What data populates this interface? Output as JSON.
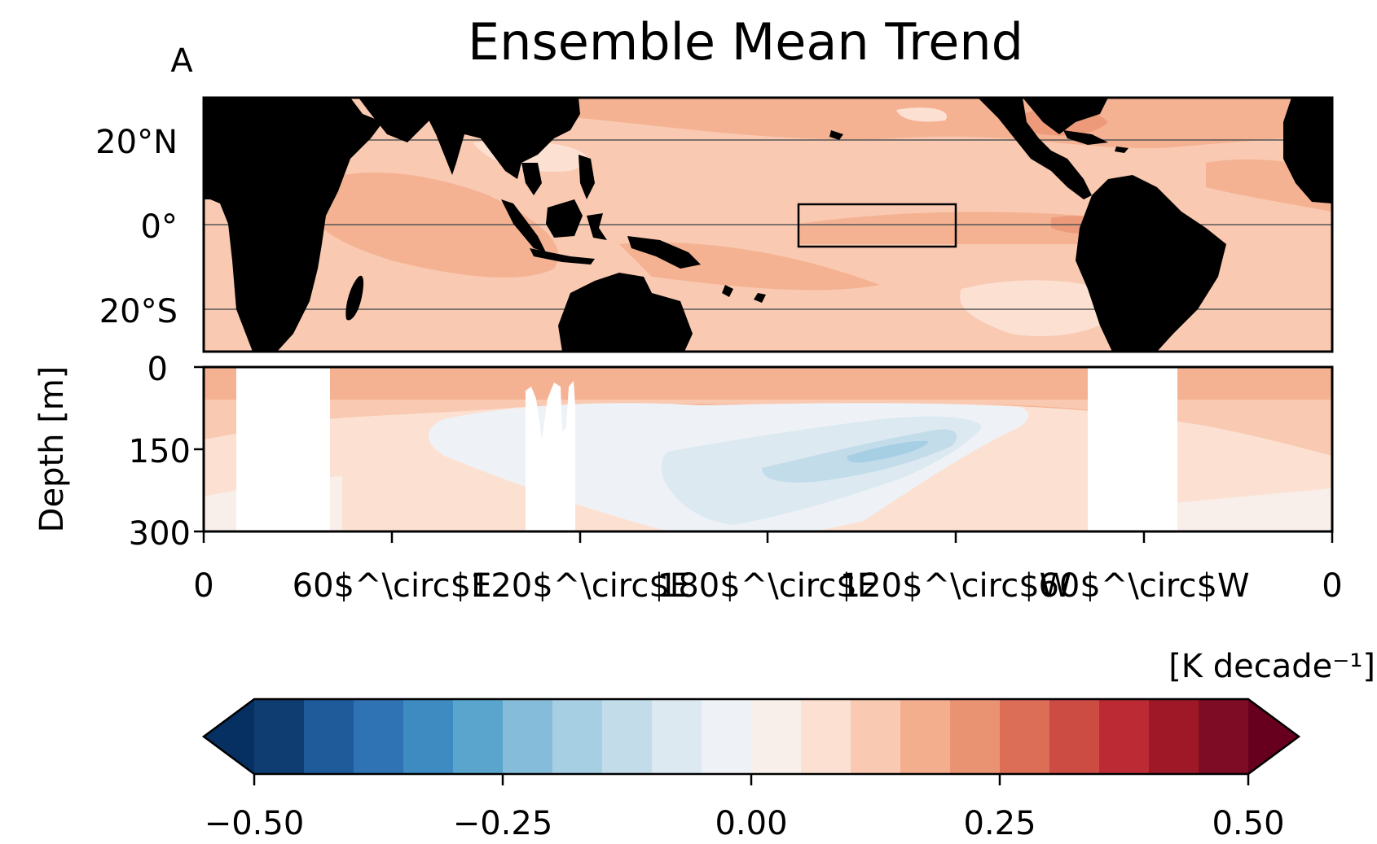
{
  "chart_data": {
    "type": "heatmap",
    "title": "Ensemble Mean Trend",
    "panel_label": "A",
    "map": {
      "xlim": [
        0,
        360
      ],
      "ylim": [
        -30,
        30
      ],
      "yticks": [
        {
          "value": 20,
          "label": "20°N"
        },
        {
          "value": 0,
          "label": "0°"
        },
        {
          "value": -20,
          "label": "20°S"
        }
      ],
      "gridlines_lat": [
        20,
        0,
        -20
      ],
      "highlight_box": {
        "lon": [
          190,
          240
        ],
        "lat": [
          -5,
          5
        ]
      }
    },
    "section": {
      "ylabel": "Depth [m]",
      "ylim": [
        300,
        0
      ],
      "yticks": [
        {
          "value": 0,
          "label": "0"
        },
        {
          "value": 150,
          "label": "150"
        },
        {
          "value": 300,
          "label": "300"
        }
      ],
      "xticks": [
        {
          "value": 0,
          "label": "0"
        },
        {
          "value": 60,
          "label": "60$^\\circ$E"
        },
        {
          "value": 120,
          "label": "120$^\\circ$E"
        },
        {
          "value": 180,
          "label": "180$^\\circ$E"
        },
        {
          "value": 240,
          "label": "120$^\\circ$W"
        },
        {
          "value": 300,
          "label": "60$^\\circ$W"
        },
        {
          "value": 360,
          "label": "0"
        }
      ],
      "land_gaps_lon": [
        [
          10,
          40
        ],
        [
          103,
          118
        ],
        [
          282,
          310
        ]
      ]
    },
    "colorbar": {
      "label": "[K decade⁻¹]",
      "vmin": -0.5,
      "vmax": 0.5,
      "levels": 20,
      "extend": "both",
      "ticks": [
        {
          "value": -0.5,
          "label": "−0.50"
        },
        {
          "value": -0.25,
          "label": "−0.25"
        },
        {
          "value": 0,
          "label": "0.00"
        },
        {
          "value": 0.25,
          "label": "0.25"
        },
        {
          "value": 0.5,
          "label": "0.50"
        }
      ],
      "colors": [
        "#053061",
        "#0f3d72",
        "#1f5a9b",
        "#2f73b5",
        "#3d8bc1",
        "#5aa5cd",
        "#85bcda",
        "#a7cfe4",
        "#c2dcea",
        "#dce9f1",
        "#eef2f6",
        "#f8efea",
        "#fce1d3",
        "#f9c9b1",
        "#f3ae8e",
        "#ea9372",
        "#dc6e58",
        "#cc4b43",
        "#bc2b34",
        "#9f1828",
        "#7e0c24",
        "#67001f"
      ]
    }
  }
}
